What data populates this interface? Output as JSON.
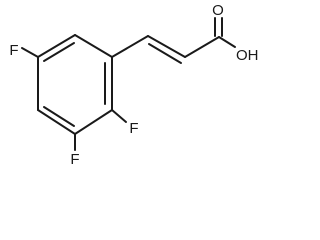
{
  "molecule": {
    "atoms": {
      "f_left": "F",
      "f_bottom_right": "F",
      "f_bottom": "F",
      "oxygen": "O",
      "hydroxyl": "OH"
    }
  }
}
